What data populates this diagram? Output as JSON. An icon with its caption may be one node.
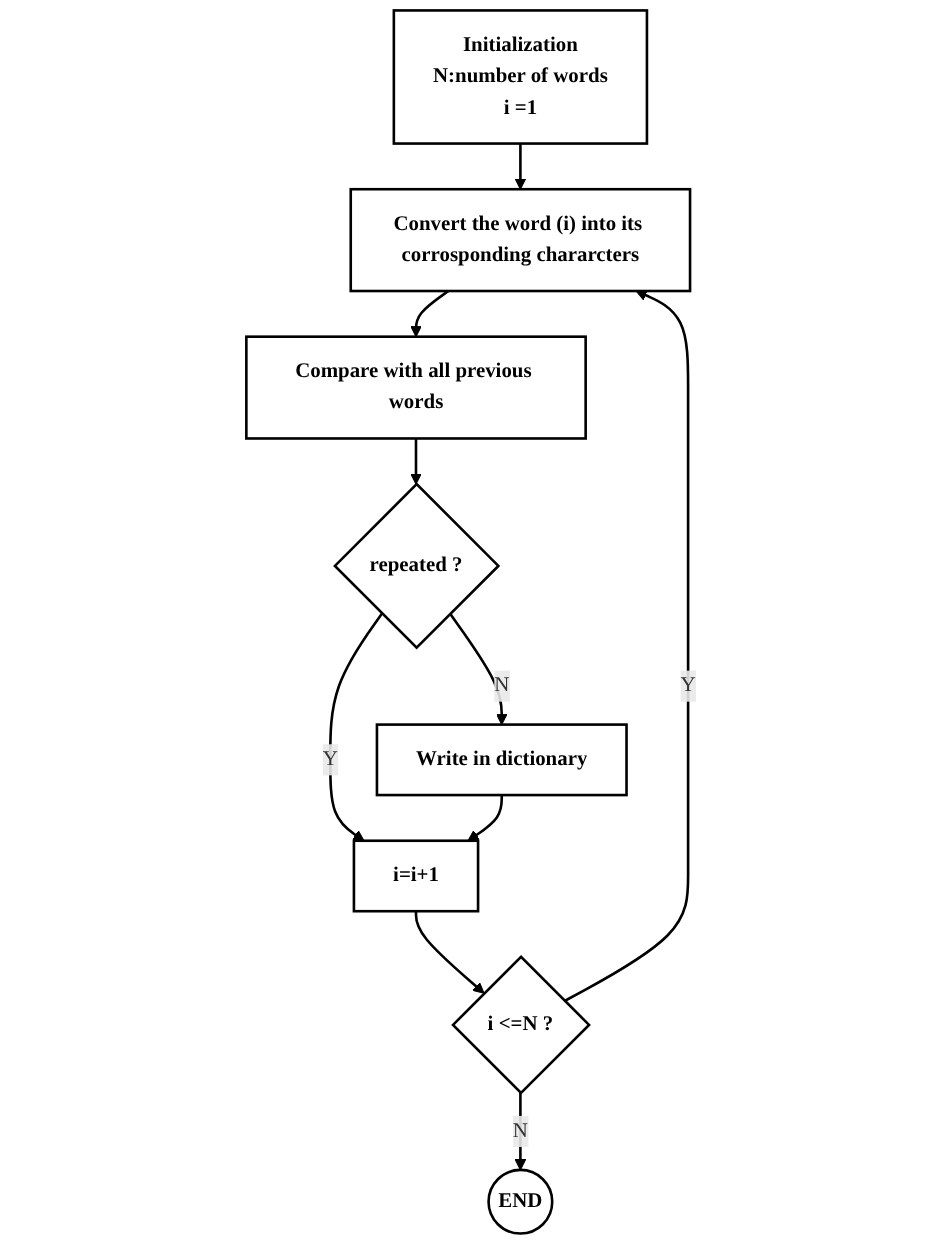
{
  "diagram": {
    "nodes": [
      {
        "text": [
          "Initialization",
          "N:number of words",
          "i =1"
        ]
      },
      {
        "text": [
          "Convert the word (i) into its corrosponding chararcters"
        ]
      },
      {
        "text": [
          "Compare with all previous words"
        ]
      },
      {
        "text": [
          "repeated ?"
        ]
      },
      {
        "text": [
          "Write in dictionary"
        ]
      },
      {
        "text": [
          "i=i+1"
        ]
      },
      {
        "text": [
          "i <=N ?"
        ]
      },
      {
        "text": [
          "END"
        ]
      }
    ],
    "edges": [
      {
        "from": 0,
        "to": 1,
        "arrow": "to"
      },
      {
        "from": 1,
        "to": 2,
        "arrow": "to"
      },
      {
        "from": 2,
        "to": 3,
        "arrow": "to"
      },
      {
        "from": 3,
        "to": 4,
        "label": "N",
        "arrow": "to"
      },
      {
        "from": 3,
        "to": 5,
        "label": "Y",
        "arrow": "to"
      },
      {
        "from": 4,
        "to": 5,
        "arrow": "to"
      },
      {
        "from": 5,
        "to": 6,
        "arrow": "to"
      },
      {
        "from": 6,
        "to": 7,
        "label": "N",
        "arrow": "to"
      },
      {
        "from": 6,
        "to": 1,
        "label": "Y",
        "arrow": "to"
      }
    ]
  }
}
